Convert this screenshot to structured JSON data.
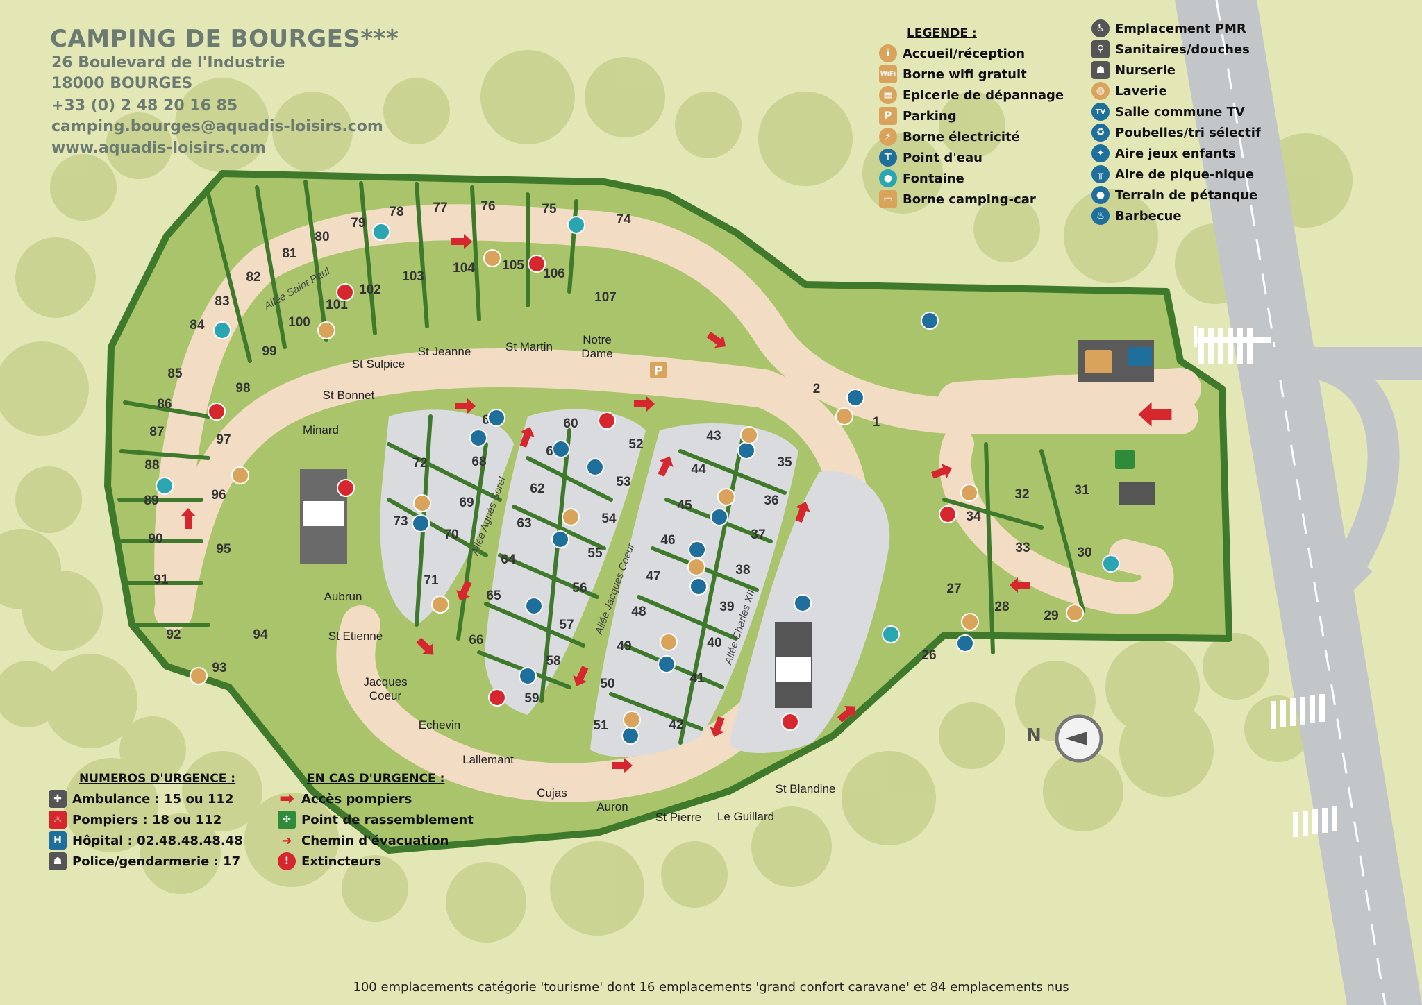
{
  "header": {
    "title": "CAMPING DE BOURGES***",
    "address_line1": "26 Boulevard de l'Industrie",
    "address_line2": "18000 BOURGES",
    "phone": "+33 (0) 2 48 20 16 85",
    "email": "camping.bourges@aquadis-loisirs.com",
    "website": "www.aquadis-loisirs.com"
  },
  "legend": {
    "heading": "LEGENDE :",
    "col1": [
      {
        "label": "Accueil/réception",
        "icon": "info-icon"
      },
      {
        "label": "Borne wifi gratuit",
        "icon": "wifi-icon"
      },
      {
        "label": "Epicerie de dépannage",
        "icon": "basket-icon"
      },
      {
        "label": "Parking",
        "icon": "parking-icon"
      },
      {
        "label": "Borne électricité",
        "icon": "plug-icon"
      },
      {
        "label": "Point d'eau",
        "icon": "water-tap-icon"
      },
      {
        "label": "Fontaine",
        "icon": "water-drop-icon"
      },
      {
        "label": "Borne camping-car",
        "icon": "camper-icon"
      }
    ],
    "col2": [
      {
        "label": "Emplacement PMR",
        "icon": "wheelchair-icon"
      },
      {
        "label": "Sanitaires/douches",
        "icon": "toilets-icon"
      },
      {
        "label": "Nurserie",
        "icon": "nursery-icon"
      },
      {
        "label": "Laverie",
        "icon": "laundry-icon"
      },
      {
        "label": "Salle commune TV",
        "icon": "tv-icon"
      },
      {
        "label": "Poubelles/tri sélectif",
        "icon": "recycle-icon"
      },
      {
        "label": "Aire jeux enfants",
        "icon": "playground-icon"
      },
      {
        "label": "Aire de pique-nique",
        "icon": "picnic-icon"
      },
      {
        "label": "Terrain de pétanque",
        "icon": "petanque-icon"
      },
      {
        "label": "Barbecue",
        "icon": "barbecue-icon"
      }
    ]
  },
  "urgences": {
    "heading": "NUMEROS D'URGENCE :",
    "items": [
      {
        "label": "Ambulance : 15 ou 112",
        "icon": "ambulance-icon"
      },
      {
        "label": "Pompiers : 18 ou 112",
        "icon": "firefighter-icon"
      },
      {
        "label": "Hôpital : 02.48.48.48.48",
        "icon": "hospital-icon"
      },
      {
        "label": "Police/gendarmerie : 17",
        "icon": "police-icon"
      }
    ]
  },
  "en_cas": {
    "heading": "EN CAS D'URGENCE :",
    "items": [
      {
        "label": "Accès pompiers",
        "icon": "big-red-arrow-icon"
      },
      {
        "label": "Point de rassemblement",
        "icon": "assembly-point-icon"
      },
      {
        "label": "Chemin d'évacuation",
        "icon": "small-red-arrow-icon"
      },
      {
        "label": "Extincteurs",
        "icon": "extinguisher-icon"
      }
    ]
  },
  "footer": "100 emplacements catégorie 'tourisme' dont 16 emplacements 'grand confort caravane' et 84 emplacements nus",
  "north_label": "N",
  "streets": [
    "Allée Saint Paul",
    "Allée Agnès Sorel",
    "Allée Jacques Coeur",
    "Allée Charles XII"
  ],
  "chalets": [
    "St Sulpice",
    "St Jeanne",
    "St Martin",
    "Notre Dame",
    "St Bonnet",
    "Minard",
    "Aubrun",
    "St Etienne",
    "Jacques Coeur",
    "Echevin",
    "Lallemant",
    "Cujas",
    "Auron",
    "St Pierre",
    "Le Guillard",
    "St Blandine"
  ],
  "pitches": [
    "1",
    "2",
    "26",
    "27",
    "28",
    "29",
    "30",
    "31",
    "32",
    "33",
    "34",
    "35",
    "36",
    "37",
    "38",
    "39",
    "40",
    "41",
    "42",
    "43",
    "44",
    "45",
    "46",
    "47",
    "48",
    "49",
    "50",
    "51",
    "52",
    "53",
    "54",
    "55",
    "56",
    "57",
    "58",
    "59",
    "60",
    "61",
    "62",
    "63",
    "64",
    "65",
    "66",
    "67",
    "68",
    "69",
    "70",
    "71",
    "72",
    "73",
    "74",
    "75",
    "76",
    "77",
    "78",
    "79",
    "80",
    "81",
    "82",
    "83",
    "84",
    "85",
    "86",
    "87",
    "88",
    "89",
    "90",
    "91",
    "92",
    "93",
    "94",
    "95",
    "96",
    "97",
    "98",
    "99",
    "100",
    "101",
    "102",
    "103",
    "104",
    "105",
    "106",
    "107"
  ],
  "colors": {
    "grass": "#a9c46a",
    "path": "#f3dcc4",
    "pitch_grey": "#d9dbdf",
    "hedge": "#3f7a2c",
    "road": "#c3c6c9",
    "tree": "#c6cf84",
    "header_text": "#6c7b72",
    "red": "#d6262e",
    "blue": "#1f6f9c"
  }
}
